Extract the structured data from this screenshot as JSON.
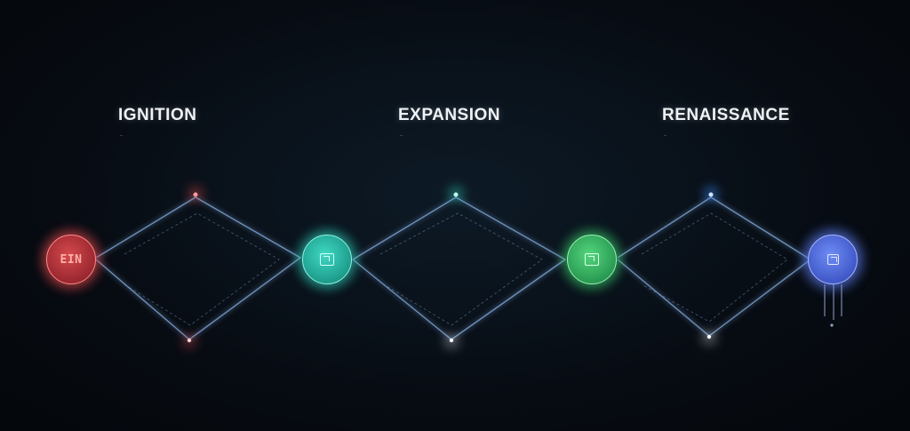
{
  "stages": [
    {
      "title": "IGNITION",
      "description": "…",
      "node_label": "EIN",
      "icon": "spark-icon",
      "color": "#e0484c"
    },
    {
      "title": "EXPANSION",
      "description": "…",
      "node_label": "",
      "icon": "expand-box-icon",
      "color": "#2ec9b4"
    },
    {
      "title": "RENAISSANCE",
      "description": "…",
      "node_label": "",
      "icon": "expand-box-icon",
      "color": "#39c46a"
    }
  ],
  "end_node": {
    "icon": "expand-box-icon",
    "color": "#5a78e8"
  },
  "connector_color": "#7fa6d6"
}
